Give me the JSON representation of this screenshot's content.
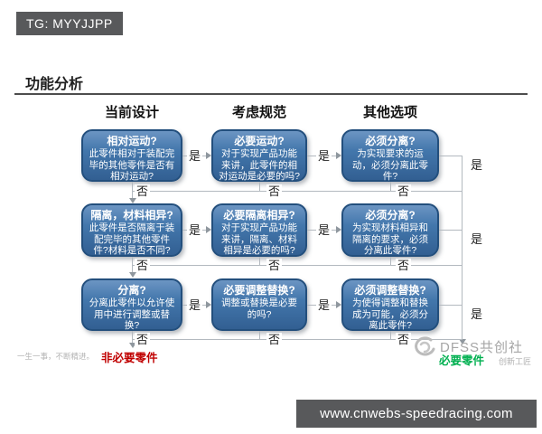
{
  "badge": {
    "label": "TG: MYYJJPP"
  },
  "page": {
    "title": "功能分析"
  },
  "flow": {
    "columns": [
      "当前设计",
      "考虑规范",
      "其他选项"
    ],
    "yes_label": "是",
    "no_label": "否",
    "rows": [
      {
        "boxes": [
          {
            "title": "相对运动?",
            "body": "此零件相对于装配完毕的其他零件是否有相对运动?"
          },
          {
            "title": "必要运动?",
            "body": "对于实现产品功能来讲，此零件的相对运动是必要的吗?"
          },
          {
            "title": "必须分离?",
            "body": "为实现要求的运动，必须分离此零件?"
          }
        ]
      },
      {
        "boxes": [
          {
            "title": "隔离，材料相异?",
            "body": "此零件是否隔离于装配完毕的其他零件件?材料是否不同?"
          },
          {
            "title": "必要隔离相异?",
            "body": "对于实现产品功能来讲，隔离、材料相异是必要的吗?"
          },
          {
            "title": "必须分离?",
            "body": "为实现材料相异和隔离的要求，必须分离此零件?"
          }
        ]
      },
      {
        "boxes": [
          {
            "title": "分离?",
            "body": "分离此零件以允许使用中进行调整或替换?"
          },
          {
            "title": "必要调整替换?",
            "body": "调整或替换是必要的吗?"
          },
          {
            "title": "必须调整替换?",
            "body": "为使得调整和替换成为可能，必须分离此零件?"
          }
        ]
      }
    ],
    "outcomes": {
      "negative": {
        "label": "非必要零件",
        "color": "#c00000"
      },
      "positive": {
        "label": "必要零件",
        "color": "#00b050"
      }
    },
    "box_colors": {
      "fill_top": "#6c95c3",
      "fill_bottom": "#325f92",
      "border": "#234f7d",
      "text": "#ffffff"
    }
  },
  "watermark": {
    "brand": "DFSS共创社",
    "sub": "创新工匠",
    "slogan": "一生一事，不断精进。"
  },
  "footer": {
    "url": "www.cnwebs-speedracing.com",
    "bar_color": "#58595b"
  }
}
